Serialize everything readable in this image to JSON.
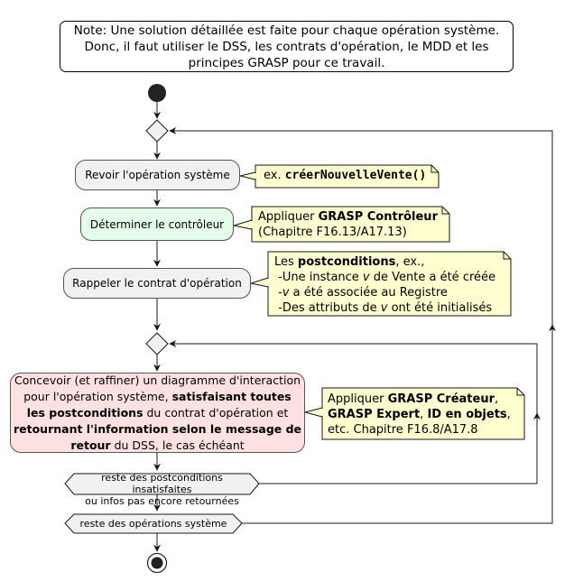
{
  "title_note": {
    "line1": "Note: Une solution détaillée est faite pour chaque opération système.",
    "line2": "Donc, il faut utiliser le DSS, les contrats d'opération, le MDD et les",
    "line3": "principes GRASP pour ce travail."
  },
  "actions": {
    "revoir": "Revoir l'opération système",
    "determiner": "Déterminer le contrôleur",
    "rappeler": "Rappeler le contrat d'opération",
    "concevoir": {
      "l1": "Concevoir (et raffiner) un diagramme d'interaction",
      "l2a": "pour l'opération système, ",
      "l2b": "satisfaisant toutes",
      "l3a": "les postconditions",
      "l3b": " du contrat d'opération et",
      "l4": "retournant l'information selon le message de",
      "l5a": "retour",
      "l5b": " du DSS, le cas échéant"
    }
  },
  "notes": {
    "revoir": {
      "prefix": "ex. ",
      "code": "créerNouvelleVente()"
    },
    "controleur": {
      "l1a": "Appliquer ",
      "l1b": "GRASP Contrôleur",
      "l2": "(Chapitre F16.13/A17.13)"
    },
    "contrat": {
      "l1a": "Les ",
      "l1b": "postconditions",
      "l1c": ", ex.,",
      "l2a": "-Une instance ",
      "l2b": "v",
      "l2c": " de Vente a été créée",
      "l3a": "-",
      "l3b": "v",
      "l3c": " a été associée au Registre",
      "l4a": "-Des attributs de ",
      "l4b": "v",
      "l4c": " ont été initialisés"
    },
    "createur": {
      "l1a": "Appliquer ",
      "l1b": "GRASP Créateur",
      "l1c": ",",
      "l2a": "GRASP Expert",
      "l2b": ", ",
      "l2c": "ID en objets",
      "l2d": ",",
      "l3": "etc. Chapitre F16.8/A17.8"
    }
  },
  "loops": {
    "inner_l1": "reste des postconditions insatisfaites",
    "inner_l2": "ou infos pas encore retournées",
    "outer": "reste des opérations système"
  },
  "colors": {
    "note_fill": "#fefece",
    "action_grey": "#f1f1f1",
    "action_green": "#e3fde9",
    "action_red": "#ffe1e1",
    "line": "#181818"
  }
}
